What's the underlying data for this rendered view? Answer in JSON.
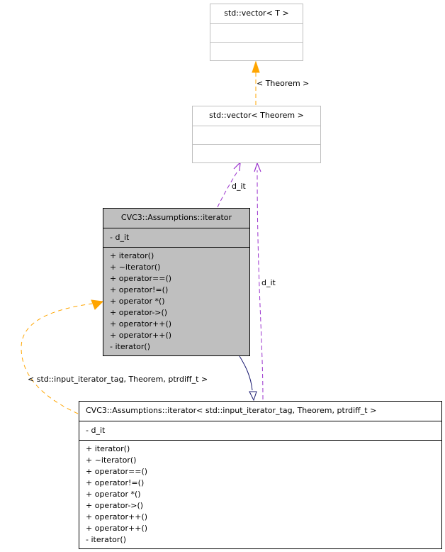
{
  "diagram": {
    "nodes": {
      "vector_t": {
        "title": "std::vector< T >",
        "attributes": [],
        "methods": []
      },
      "vector_theorem": {
        "title": "std::vector< Theorem >",
        "attributes": [],
        "methods": []
      },
      "iterator": {
        "title": "CVC3::Assumptions::iterator",
        "attributes": [
          "- d_it"
        ],
        "methods": [
          "+ iterator()",
          "+ ~iterator()",
          "+ operator==()",
          "+ operator!=()",
          "+ operator *()",
          "+ operator->()",
          "+ operator++()",
          "+ operator++()",
          "- iterator()"
        ]
      },
      "iterator_template": {
        "title": "CVC3::Assumptions::iterator< std::input_iterator_tag, Theorem, ptrdiff_t >",
        "attributes": [
          "- d_it"
        ],
        "methods": [
          "+ iterator()",
          "+ ~iterator()",
          "+ operator==()",
          "+ operator!=()",
          "+ operator *()",
          "+ operator->()",
          "+ operator++()",
          "+ operator++()",
          "- iterator()"
        ]
      }
    },
    "edge_labels": {
      "vector_template_args": "< Theorem >",
      "iterator_d_it": "d_it",
      "template_d_it": "d_it",
      "iterator_template_args": "< std::input_iterator_tag, Theorem, ptrdiff_t >"
    },
    "colors": {
      "template_edge": "#ffa500",
      "usage_edge": "#9a32cd",
      "inheritance_edge": "#191970",
      "highlight_fill": "#bfbfbf",
      "light_border": "#bfbfbf"
    }
  }
}
